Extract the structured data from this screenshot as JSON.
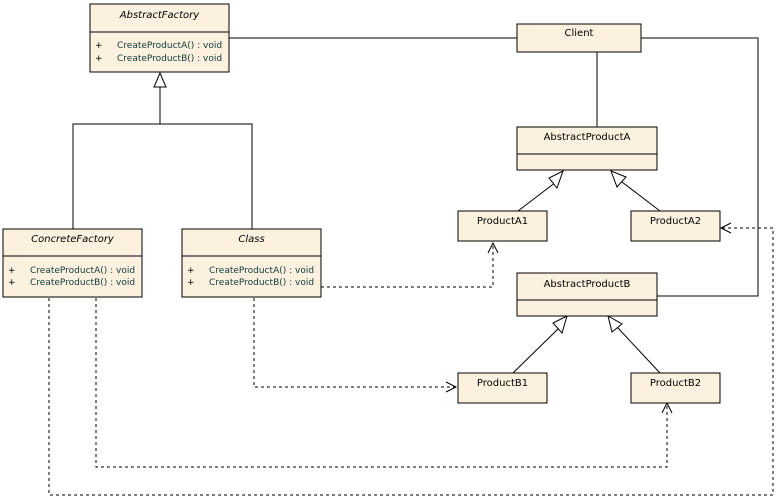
{
  "diagram": {
    "classes": {
      "abstract_factory": {
        "name": "AbstractFactory",
        "ops": [
          {
            "vis": "+",
            "text": "CreateProductA() : void"
          },
          {
            "vis": "+",
            "text": "CreateProductB() : void"
          }
        ]
      },
      "concrete_factory": {
        "name": "ConcreteFactory",
        "ops": [
          {
            "vis": "+",
            "text": "CreateProductA() : void"
          },
          {
            "vis": "+",
            "text": "CreateProductB() : void"
          }
        ]
      },
      "class": {
        "name": "Class",
        "ops": [
          {
            "vis": "+",
            "text": "CreateProductA() : void"
          },
          {
            "vis": "+",
            "text": "CreateProductB() : void"
          }
        ]
      },
      "client": {
        "name": "Client"
      },
      "abstract_product_a": {
        "name": "AbstractProductA"
      },
      "abstract_product_b": {
        "name": "AbstractProductB"
      },
      "product_a1": {
        "name": "ProductA1"
      },
      "product_a2": {
        "name": "ProductA2"
      },
      "product_b1": {
        "name": "ProductB1"
      },
      "product_b2": {
        "name": "ProductB2"
      }
    },
    "colors": {
      "box_fill": "#fcf1df",
      "line": "#000000",
      "operation_text": "#0f3a3a"
    }
  }
}
